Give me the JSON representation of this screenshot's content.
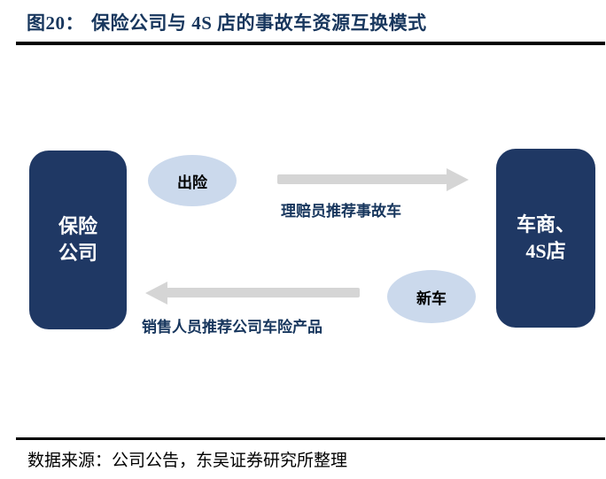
{
  "header": {
    "figure_label": "图20：",
    "title": "保险公司与 4S 店的事故车资源互换模式"
  },
  "diagram": {
    "left_box": {
      "line1": "保险",
      "line2": "公司"
    },
    "right_box": {
      "line1": "车商、",
      "line2": "4S店"
    },
    "top_ellipse_label": "出险",
    "bottom_ellipse_label": "新车",
    "right_arrow_label": "理赔员推荐事故车",
    "left_arrow_label": "销售人员推荐公司车险产品"
  },
  "footer": {
    "source": "数据来源：公司公告，东吴证券研究所整理"
  },
  "colors": {
    "navy_box": "#1F3864",
    "title_text": "#17365D",
    "label_text": "#17365D",
    "ellipse_fill": "#CBD9EC",
    "arrow_gray": "#D5D5D5",
    "divider": "#000000",
    "box_text": "#FFFFFF",
    "ellipse_text": "#000000",
    "source_text": "#000000",
    "background": "#FFFFFF"
  }
}
